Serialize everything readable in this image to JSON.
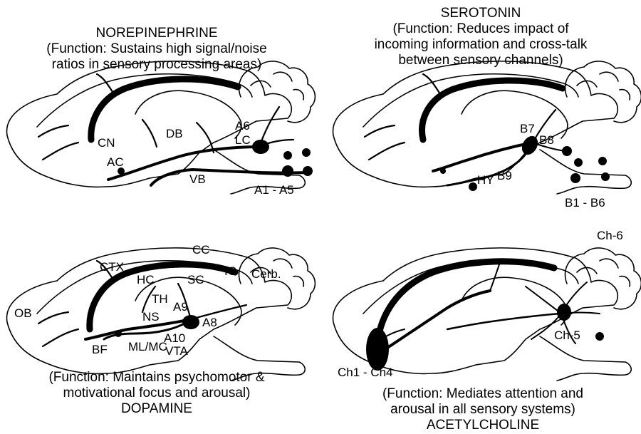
{
  "panels": {
    "norepinephrine": {
      "title": "NOREPINEPHRINE",
      "function_lines": [
        "(Function:   Sustains high signal/noise",
        "ratios in sensory processing areas)"
      ],
      "labels": {
        "cn": "CN",
        "ac": "AC",
        "db": "DB",
        "a6": "A6",
        "lc": "LC",
        "vb": "VB",
        "a1a5": "A1 - A5"
      }
    },
    "serotonin": {
      "title": "SEROTONIN",
      "function_lines": [
        "(Function:   Reduces impact of",
        "incoming information and cross-talk",
        "between sensory channels)"
      ],
      "labels": {
        "b7": "B7",
        "b8": "B8",
        "b9": "B9",
        "hy": "HY",
        "b1b6": "B1 - B6"
      }
    },
    "dopamine": {
      "title": "DOPAMINE",
      "function_lines": [
        "(Function:   Maintains psychomotor &",
        "motivational focus and arousal)"
      ],
      "labels": {
        "cc": "CC",
        "ctx": "CTX",
        "ic": "IC",
        "cerb": "Cerb.",
        "hc": "HC",
        "sc": "SC",
        "th": "TH",
        "a9": "A9",
        "ob": "OB",
        "ns": "NS",
        "a8": "A8",
        "a10": "A10",
        "bf": "BF",
        "mlmc": "ML/MC",
        "vta": "VTA"
      }
    },
    "acetylcholine": {
      "title": "ACETYLCHOLINE",
      "function_lines": [
        "(Function:   Mediates attention and",
        "arousal in all sensory systems)"
      ],
      "labels": {
        "ch6": "Ch-6",
        "ch5": "Ch-5",
        "ch1ch4": "Ch1 - Ch4"
      }
    }
  }
}
